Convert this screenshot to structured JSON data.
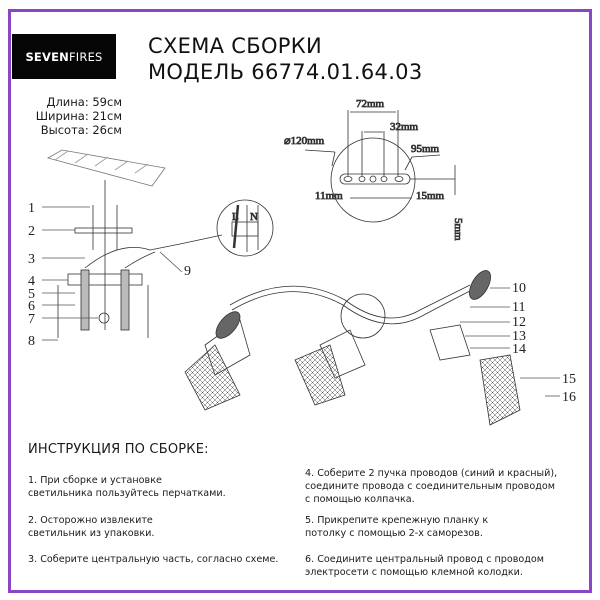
{
  "brand": {
    "logo_bold": "SEVEN",
    "logo_light": "FIRES"
  },
  "header": {
    "title_line1": "СХЕМА СБОРКИ",
    "title_line2": "МОДЕЛЬ 66774.01.64.03"
  },
  "dimensions": [
    "Длина: 59см",
    "Ширина: 21см",
    "Высота: 26см"
  ],
  "mounting_plate": {
    "d120": "⌀120mm",
    "d72": "72mm",
    "d32": "32mm",
    "d95": "95mm",
    "d11": "11mm",
    "d15": "15mm",
    "d5": "5mm"
  },
  "terminal_labels": {
    "l": "L",
    "n": "N"
  },
  "part_numbers": [
    "1",
    "2",
    "3",
    "4",
    "5",
    "6",
    "7",
    "8",
    "9",
    "10",
    "11",
    "12",
    "13",
    "14",
    "15",
    "16"
  ],
  "instructions": {
    "heading": "ИНСТРУКЦИЯ ПО СБОРКЕ:",
    "steps": [
      [
        "1. При сборке и установке",
        "светильника пользуйтесь перчатками."
      ],
      [
        "2. Осторожно извлеките",
        "светильник из упаковки."
      ],
      [
        "3. Соберите центральную часть, согласно схеме."
      ],
      [
        "4. Соберите 2 пучка проводов (синий и красный),",
        "соедините провода с соединительным проводом",
        "с помощью колпачка."
      ],
      [
        "5. Прикрепите крепежную планку к",
        "потолку с помощью 2-х саморезов."
      ],
      [
        "6. Соедините центральный провод с проводом",
        "электросети с помощью клемной колодки."
      ]
    ]
  },
  "colors": {
    "frame": "#8b45c9",
    "logo_bg": "#050505"
  }
}
